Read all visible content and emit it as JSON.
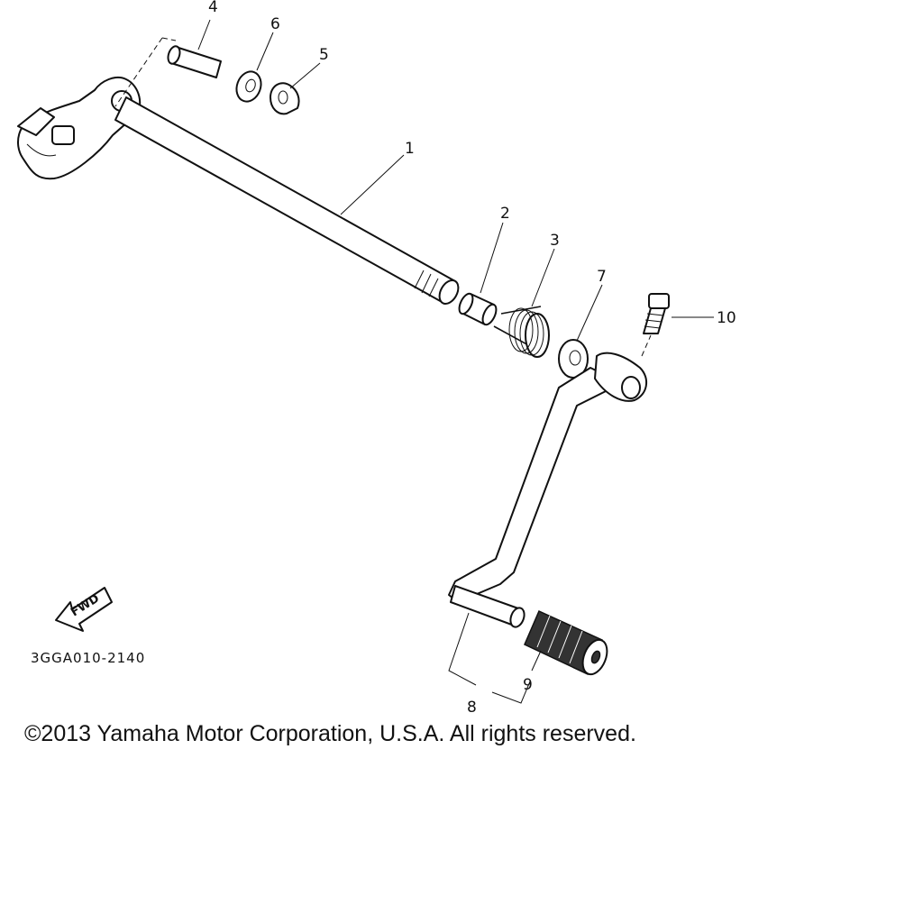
{
  "callouts": {
    "c1": "1",
    "c2": "2",
    "c3": "3",
    "c4": "4",
    "c5": "5",
    "c6": "6",
    "c7": "7",
    "c8": "8",
    "c9": "9",
    "c10": "10"
  },
  "diagram_code": "3GGA010-2140",
  "fwd_label": "FWD",
  "copyright": "©2013 Yamaha Motor Corporation, U.S.A. All rights reserved."
}
